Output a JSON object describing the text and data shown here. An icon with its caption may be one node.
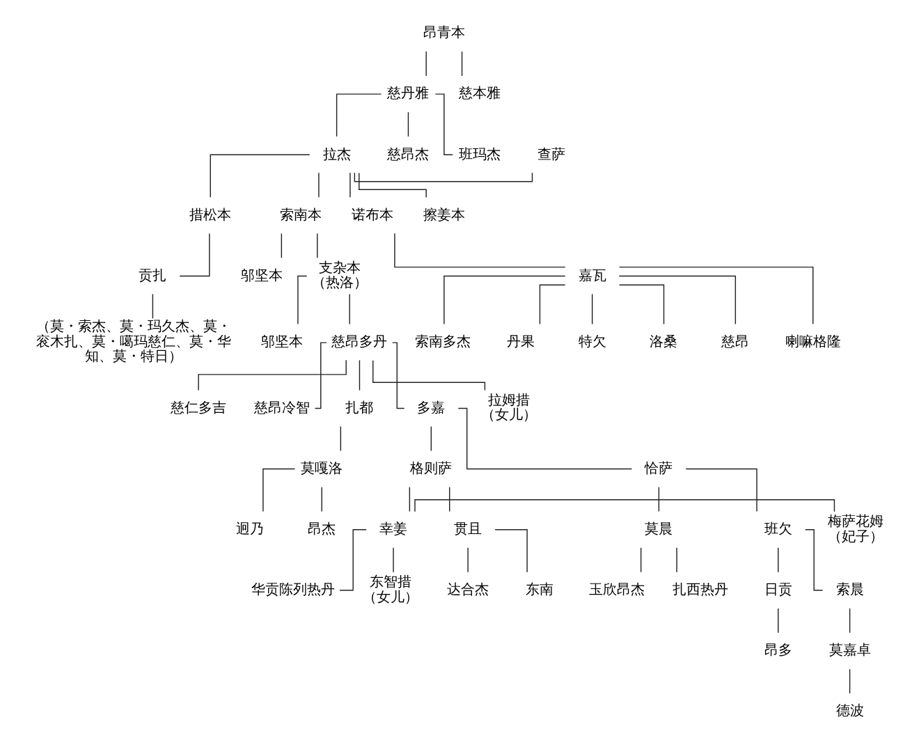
{
  "diagram": {
    "nodes": [
      {
        "text": [
          "昂青本"
        ]
      },
      {
        "text": [
          "慈丹雅"
        ]
      },
      {
        "text": [
          "慈本雅"
        ]
      },
      {
        "text": [
          "查萨"
        ]
      },
      {
        "text": [
          "拉杰"
        ]
      },
      {
        "text": [
          "慈昂杰"
        ]
      },
      {
        "text": [
          "班玛杰"
        ]
      },
      {
        "text": [
          "措松本"
        ]
      },
      {
        "text": [
          "索南本"
        ]
      },
      {
        "text": [
          "诺布本"
        ]
      },
      {
        "text": [
          "擦姜本"
        ]
      },
      {
        "text": [
          "贡扎"
        ]
      },
      {
        "text": [
          "（莫・索杰、莫・玛久杰、莫・衮木扎、莫・噶玛慈仁、莫・华知、莫・特日）"
        ]
      },
      {
        "text": [
          "邬坚本"
        ]
      },
      {
        "text": [
          "支杂本",
          "（热洛）"
        ]
      },
      {
        "text": [
          "嘉瓦"
        ]
      },
      {
        "text": [
          "索南多杰"
        ]
      },
      {
        "text": [
          "丹果"
        ]
      },
      {
        "text": [
          "特欠"
        ]
      },
      {
        "text": [
          "洛桑"
        ]
      },
      {
        "text": [
          "慈昂"
        ]
      },
      {
        "text": [
          "喇嘛格隆"
        ]
      },
      {
        "text": [
          "邬坚本"
        ]
      },
      {
        "text": [
          "慈昂多丹"
        ]
      },
      {
        "text": [
          "慈仁多吉"
        ]
      },
      {
        "text": [
          "慈昂冷智"
        ]
      },
      {
        "text": [
          "扎都"
        ]
      },
      {
        "text": [
          "多嘉"
        ]
      },
      {
        "text": [
          "拉姆措",
          "（女儿）"
        ]
      },
      {
        "text": [
          "莫嘎洛"
        ]
      },
      {
        "text": [
          "格则萨"
        ]
      },
      {
        "text": [
          "恰萨"
        ]
      },
      {
        "text": [
          "迥乃"
        ]
      },
      {
        "text": [
          "昂杰"
        ]
      },
      {
        "text": [
          "梅萨花姆",
          "（妃子）"
        ]
      },
      {
        "text": [
          "幸姜"
        ]
      },
      {
        "text": [
          "贯且"
        ]
      },
      {
        "text": [
          "莫晨"
        ]
      },
      {
        "text": [
          "班欠"
        ]
      },
      {
        "text": [
          "华贡陈列热丹"
        ]
      },
      {
        "text": [
          "东智措",
          "（女儿）"
        ]
      },
      {
        "text": [
          "玉欣昂杰"
        ]
      },
      {
        "text": [
          "扎西热丹"
        ]
      },
      {
        "text": [
          "日贡"
        ]
      },
      {
        "text": [
          "索晨"
        ]
      },
      {
        "text": [
          "昂多"
        ]
      },
      {
        "text": [
          "莫嘉卓"
        ]
      },
      {
        "text": [
          "德波"
        ]
      },
      {
        "text": [
          "达合杰"
        ]
      },
      {
        "text": [
          "东南"
        ]
      }
    ],
    "edges": [
      {
        "from": 0,
        "to": 1,
        "arrow": "none"
      },
      {
        "from": 0,
        "to": 2,
        "arrow": "none"
      },
      {
        "from": 1,
        "to": 4,
        "arrow": "none"
      },
      {
        "from": 1,
        "to": 5,
        "arrow": "none"
      },
      {
        "from": 1,
        "to": 6,
        "arrow": "none"
      },
      {
        "from": 3,
        "to": 4,
        "arrow": "none"
      },
      {
        "from": 4,
        "to": 7,
        "arrow": "none"
      },
      {
        "from": 4,
        "to": 8,
        "arrow": "none"
      },
      {
        "from": 4,
        "to": 9,
        "arrow": "none"
      },
      {
        "from": 4,
        "to": 10,
        "arrow": "none"
      },
      {
        "from": 7,
        "to": 11,
        "arrow": "none"
      },
      {
        "from": 11,
        "to": 12,
        "arrow": "none"
      },
      {
        "from": 8,
        "to": 13,
        "arrow": "none"
      },
      {
        "from": 8,
        "to": 14,
        "arrow": "none"
      },
      {
        "from": 9,
        "to": 15,
        "arrow": "none"
      },
      {
        "from": 15,
        "to": 16,
        "arrow": "none"
      },
      {
        "from": 15,
        "to": 17,
        "arrow": "none"
      },
      {
        "from": 15,
        "to": 18,
        "arrow": "none"
      },
      {
        "from": 15,
        "to": 19,
        "arrow": "none"
      },
      {
        "from": 15,
        "to": 20,
        "arrow": "none"
      },
      {
        "from": 15,
        "to": 21,
        "arrow": "none"
      },
      {
        "from": 14,
        "to": 22,
        "arrow": "none"
      },
      {
        "from": 14,
        "to": 23,
        "arrow": "none"
      },
      {
        "from": 23,
        "to": 24,
        "arrow": "none"
      },
      {
        "from": 23,
        "to": 25,
        "arrow": "none"
      },
      {
        "from": 23,
        "to": 26,
        "arrow": "none"
      },
      {
        "from": 23,
        "to": 27,
        "arrow": "none"
      },
      {
        "from": 23,
        "to": 28,
        "arrow": "none"
      },
      {
        "from": 26,
        "to": 29,
        "arrow": "none"
      },
      {
        "from": 27,
        "to": 30,
        "arrow": "none"
      },
      {
        "from": 27,
        "to": 31,
        "arrow": "none"
      },
      {
        "from": 29,
        "to": 32,
        "arrow": "none"
      },
      {
        "from": 29,
        "to": 33,
        "arrow": "none"
      },
      {
        "from": 30,
        "to": 35,
        "arrow": "none"
      },
      {
        "from": 30,
        "to": 36,
        "arrow": "none"
      },
      {
        "from": 31,
        "to": 37,
        "arrow": "none"
      },
      {
        "from": 31,
        "to": 38,
        "arrow": "none"
      },
      {
        "from": 34,
        "to": 35,
        "arrow": "none"
      },
      {
        "from": 35,
        "to": 39,
        "arrow": "none"
      },
      {
        "from": 35,
        "to": 40,
        "arrow": "none"
      },
      {
        "from": 36,
        "to": 48,
        "arrow": "none"
      },
      {
        "from": 36,
        "to": 49,
        "arrow": "none"
      },
      {
        "from": 37,
        "to": 41,
        "arrow": "none"
      },
      {
        "from": 37,
        "to": 42,
        "arrow": "none"
      },
      {
        "from": 38,
        "to": 43,
        "arrow": "none"
      },
      {
        "from": 38,
        "to": 44,
        "arrow": "none"
      },
      {
        "from": 43,
        "to": 45,
        "arrow": "none"
      },
      {
        "from": 44,
        "to": 46,
        "arrow": "none"
      },
      {
        "from": 46,
        "to": 47,
        "arrow": "none"
      }
    ]
  }
}
